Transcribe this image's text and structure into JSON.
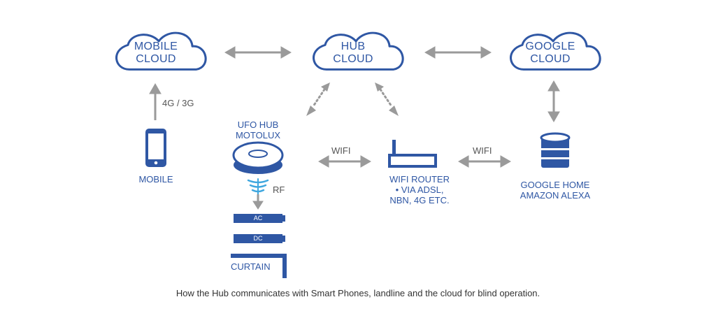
{
  "colors": {
    "primary": "#2f57a4",
    "connector": "#9a9a9a",
    "rf": "#3fa7df"
  },
  "clouds": {
    "mobile": {
      "line1": "MOBILE",
      "line2": "CLOUD"
    },
    "hub": {
      "line1": "HUB",
      "line2": "CLOUD"
    },
    "google": {
      "line1": "GOOGLE",
      "line2": "CLOUD"
    }
  },
  "devices": {
    "mobile": {
      "label": "MOBILE",
      "icon": "smartphone-icon"
    },
    "ufo_hub": {
      "line1": "UFO HUB",
      "line2": "MOTOLUX",
      "icon": "ufo-hub-icon"
    },
    "router": {
      "line1": "WIFI ROUTER",
      "line2": "• VIA ADSL,",
      "line3": "NBN, 4G ETC.",
      "icon": "router-icon"
    },
    "google_home": {
      "line1": "GOOGLE HOME",
      "line2": "AMAZON ALEXA",
      "icon": "database-icon"
    }
  },
  "links": {
    "mobile_network": "4G / 3G",
    "hub_router": "WIFI",
    "router_google": "WIFI",
    "rf": "RF"
  },
  "motors": {
    "ac": "AC",
    "dc": "DC",
    "curtain": "CURTAIN"
  },
  "caption": "How the Hub communicates with Smart Phones, landline and the cloud for blind operation."
}
